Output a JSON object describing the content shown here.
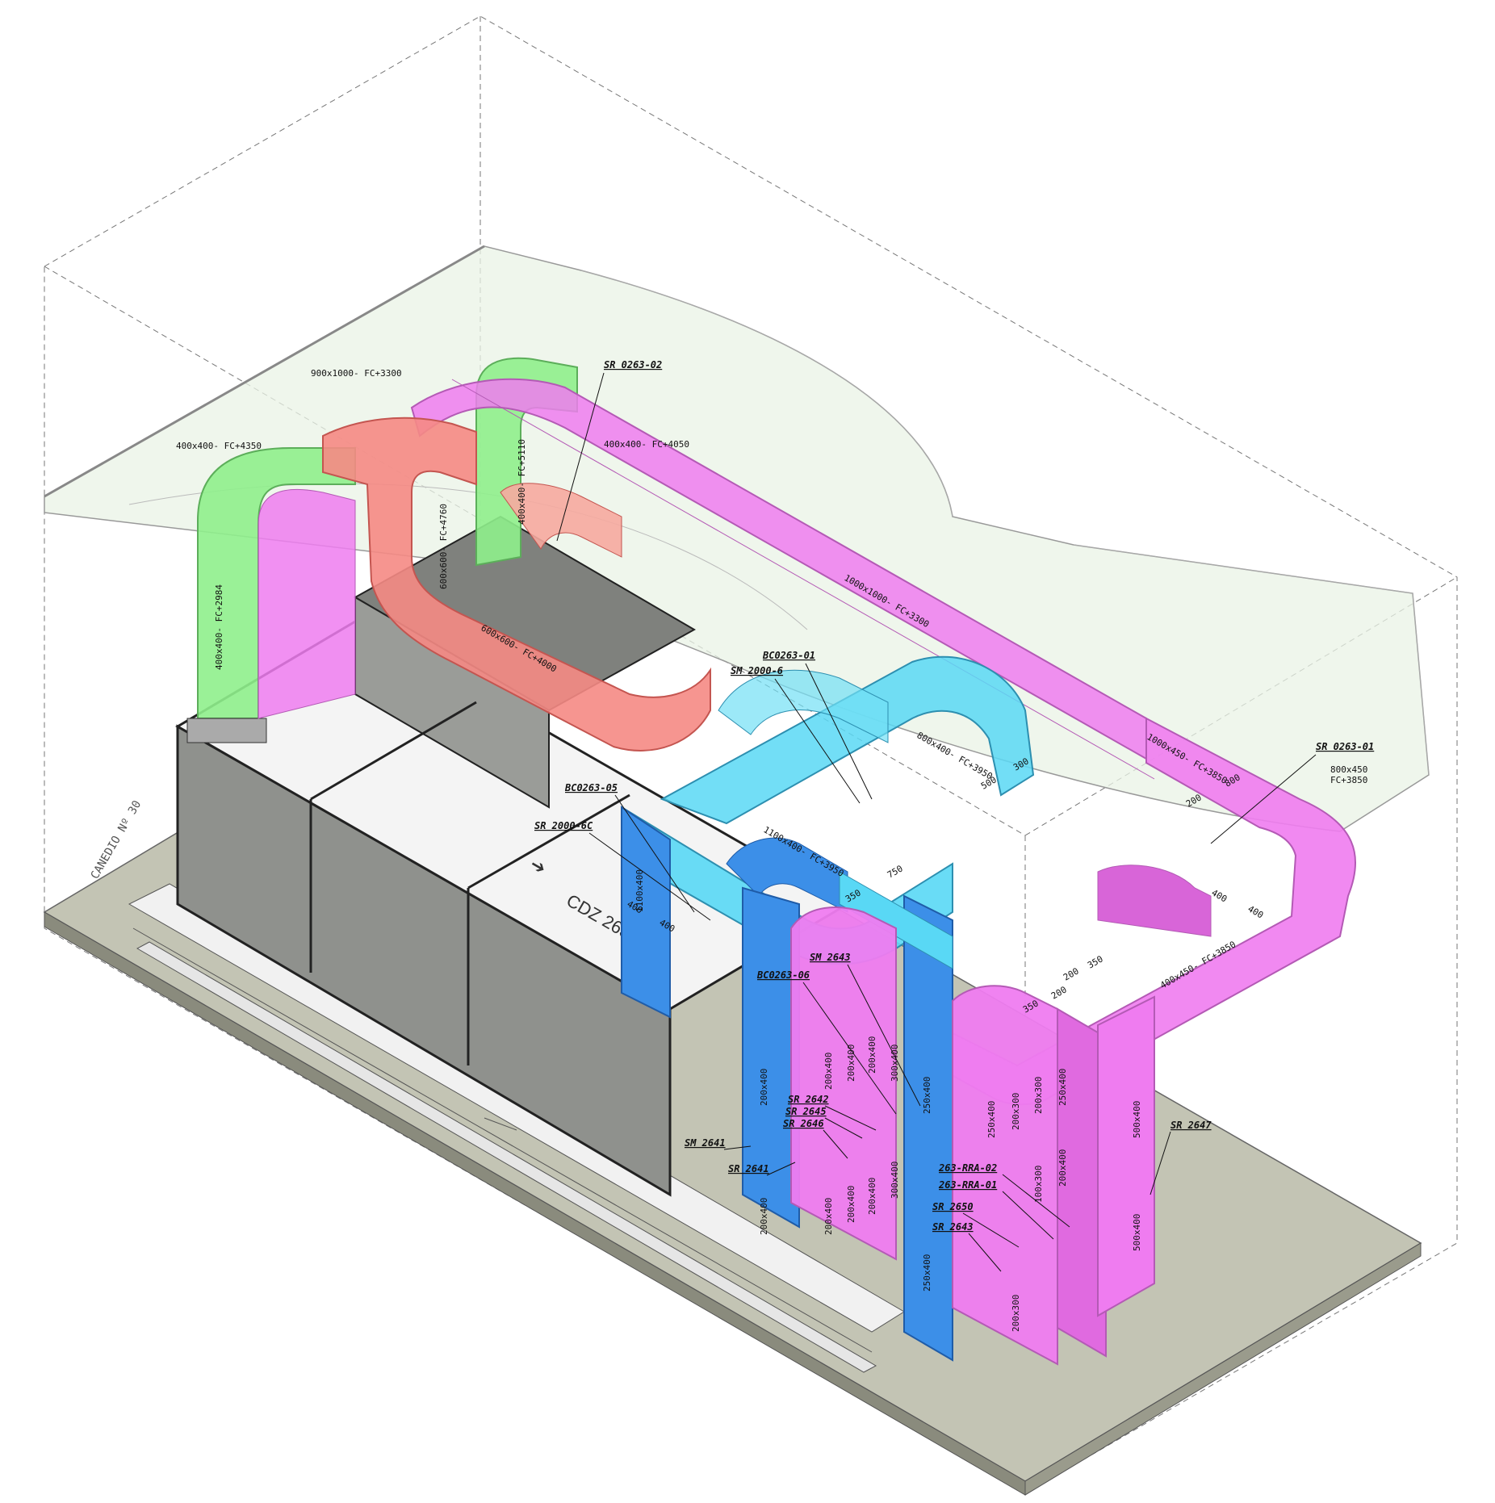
{
  "colors": {
    "supply_green": "#8ff08c",
    "exhaust_red": "#f58a84",
    "duct_magenta": "#ef7cf0",
    "duct_cyan": "#59d8f5",
    "duct_blue": "#3c8fe8",
    "ahu_grey": "#8f918d",
    "slab": "#c3c4b4",
    "canopy": "#eaf3e6"
  },
  "unit_label": "CDZ 263",
  "wall_text": "CANEDIO Nº 30",
  "duct_labels": [
    "900x1000- FC+3300",
    "400x400- FC+4350",
    "400x400- FC+4050",
    "400x400- FC+5110",
    "600x600- FC+4760",
    "600x600- FC+4000",
    "400x400- FC+2984",
    "1000x1000- FC+3300",
    "800x400- FC+3950",
    "1000x450- FC+3850",
    "800x450",
    "FC+3850",
    "1100x400- FC+3950",
    "1100x400",
    "400x450- FC+3850"
  ],
  "tags": [
    "SR 0263-02",
    "BC0263-01",
    "SM 2000-6",
    "BC0263-05",
    "SR 2000-6C",
    "SR 0263-01",
    "SM 2643",
    "BC0263-06",
    "SR 2642",
    "SR 2645",
    "SR 2646",
    "SM 2641",
    "SR 2641",
    "263-RRA-02",
    "263-RRA-01",
    "SR 2650",
    "SR 2643",
    "SR 2647"
  ],
  "dims": [
    "500",
    "300",
    "800",
    "200",
    "750",
    "350",
    "400",
    "400",
    "400",
    "400",
    "350",
    "200",
    "350",
    "200"
  ],
  "riser_labels": [
    "200x400",
    "200x400",
    "200x400",
    "200x400",
    "200x400",
    "200x400",
    "200x400",
    "200x400",
    "300x400",
    "300x400",
    "250x400",
    "250x400",
    "250x400",
    "200x300",
    "200x300",
    "200x300",
    "100x300",
    "250x400",
    "200x400",
    "500x400",
    "500x400"
  ]
}
